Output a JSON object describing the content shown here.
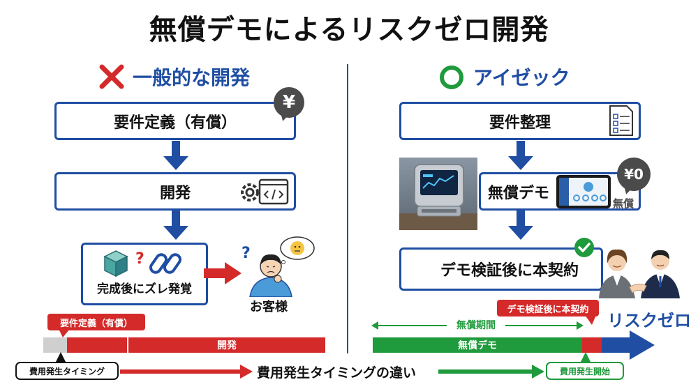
{
  "title": "無償デモによるリスクゼロ開発",
  "left": {
    "heading": "一般的な開発",
    "step1": "要件定義（有償）",
    "yen_symbol": "¥",
    "step2": "開発",
    "step3": "完成後にズレ発覚",
    "customer": "お客様",
    "timeline_tag": "要件定義（有償）",
    "timeline_dev": "開発",
    "cost_label": "費用発生タイミング"
  },
  "right": {
    "heading": "アイゼック",
    "step1": "要件整理",
    "step2": "無償デモ",
    "price_tag": "¥0",
    "price_label": "無償",
    "step3": "デモ検証後に本契約",
    "timeline_tag": "デモ検証後に本契約",
    "period_label": "無償期間",
    "bar_label": "無償デモ",
    "risk_zero": "リスクゼロ",
    "cost_start": "費用発生開始"
  },
  "footer_caption": "費用発生タイミングの違い",
  "colors": {
    "blue": "#1f4ea3",
    "red": "#d42a2a",
    "green": "#1f9a3c",
    "gray": "#4b4b4b"
  }
}
